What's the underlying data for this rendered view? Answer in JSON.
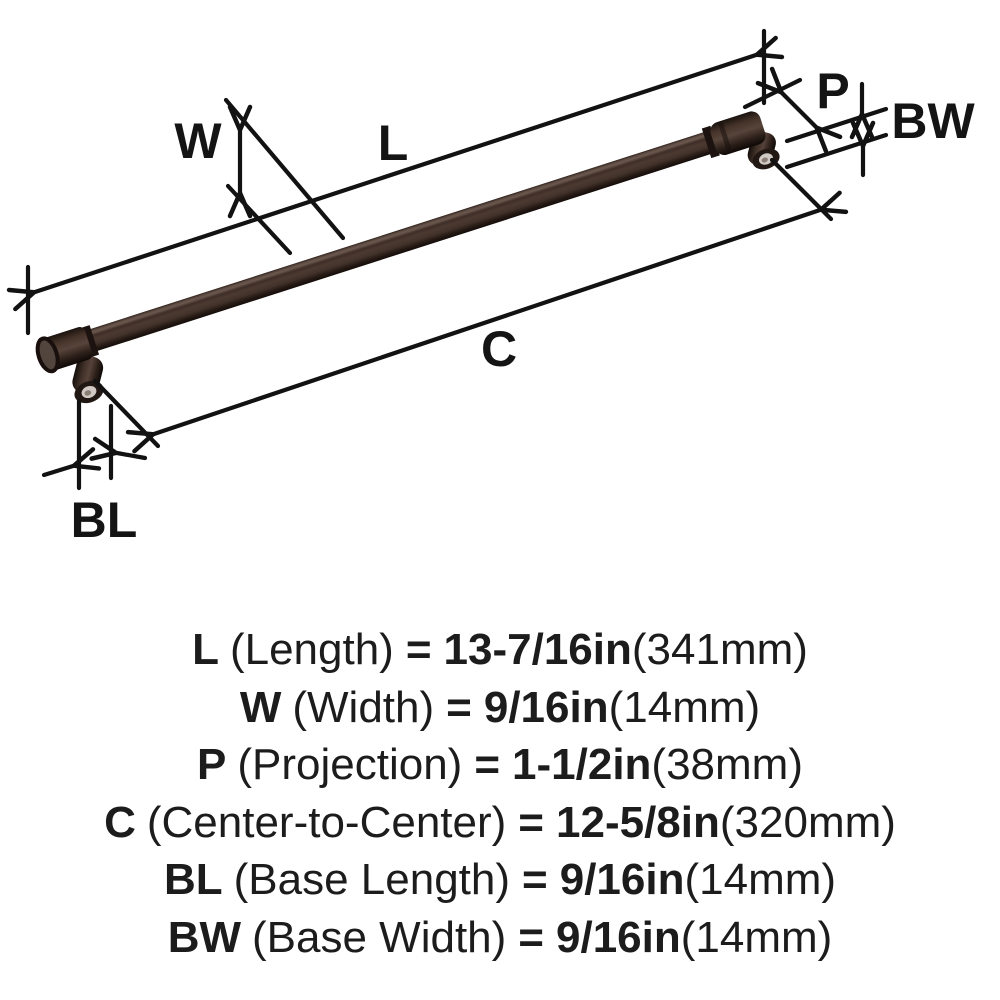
{
  "diagram": {
    "labels": {
      "L": "L",
      "W": "W",
      "P": "P",
      "C": "C",
      "BL": "BL",
      "BW": "BW"
    },
    "colors": {
      "dimension_line": "#121212",
      "handle_dark": "#170f0c",
      "handle_mid": "#4c3a31",
      "handle_highlight": "#6b584e",
      "screw_hole": "#d0c9c4",
      "background": "#ffffff"
    }
  },
  "specs": {
    "eq": "=",
    "rows": [
      {
        "code": "L",
        "name": "(Length)",
        "imperial": "13-7/16in",
        "metric": "(341mm)"
      },
      {
        "code": "W",
        "name": "(Width)",
        "imperial": "9/16in",
        "metric": "(14mm)"
      },
      {
        "code": "P",
        "name": "(Projection)",
        "imperial": "1-1/2in",
        "metric": "(38mm)"
      },
      {
        "code": "C",
        "name": "(Center-to-Center)",
        "imperial": "12-5/8in",
        "metric": "(320mm)"
      },
      {
        "code": "BL",
        "name": "(Base Length)",
        "imperial": "9/16in",
        "metric": "(14mm)"
      },
      {
        "code": "BW",
        "name": "(Base Width)",
        "imperial": "9/16in",
        "metric": "(14mm)"
      }
    ]
  }
}
